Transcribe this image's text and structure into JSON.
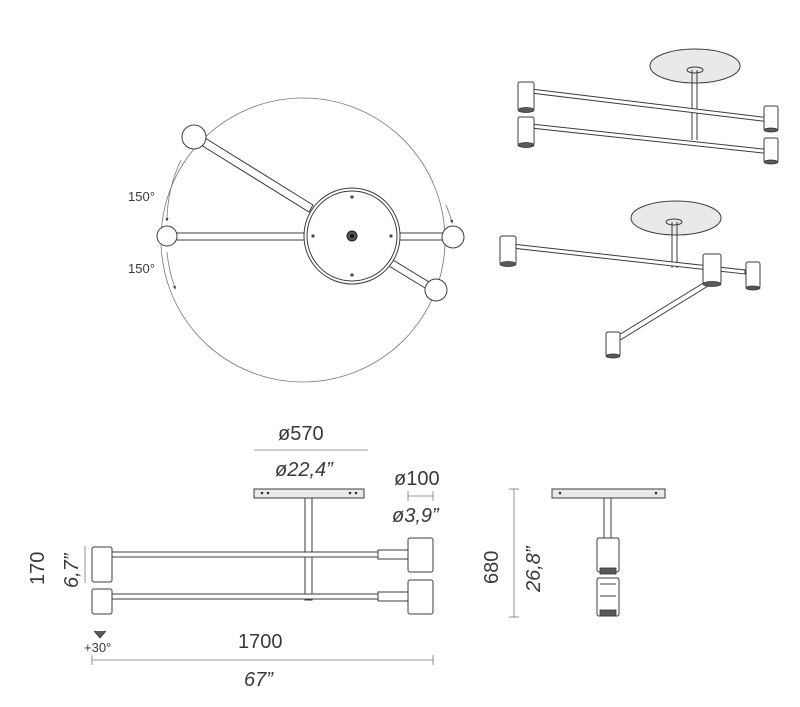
{
  "top_view": {
    "angle_upper": "150°",
    "angle_lower": "150°"
  },
  "front_view": {
    "canopy_diameter_mm": "ø570",
    "canopy_diameter_in": "ø22,4”",
    "head_diameter_mm": "ø100",
    "head_diameter_in": "ø3,9”",
    "height_mm": "170",
    "height_in": "6,7”",
    "width_mm": "1700",
    "width_in": "67”",
    "tilt": "+30°"
  },
  "side_view": {
    "height_mm": "680",
    "height_in": "26,8”"
  },
  "colors": {
    "line": "#3c3c3c",
    "text": "#3a3a3a",
    "shade": "#e9e9e9"
  }
}
